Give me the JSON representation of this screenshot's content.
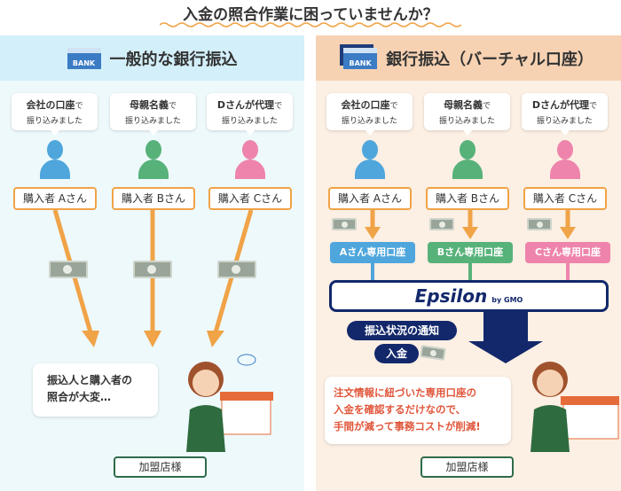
{
  "title": "入金の照合作業に困っていませんか？",
  "colors": {
    "blue": "#4fa6dc",
    "green": "#57b27a",
    "pink": "#ee84ac",
    "orange": "#f0a347",
    "navy": "#13286b",
    "red": "#e0563a"
  },
  "left": {
    "heading": "一般的な銀行振込",
    "bank_icon": "BANK",
    "bubbles": [
      {
        "main": "会社の口座",
        "suffix": "で",
        "line2": "振り込みました"
      },
      {
        "main": "母親名義",
        "suffix": "で",
        "line2": "振り込みました"
      },
      {
        "main": "Dさんが代理",
        "suffix": "で",
        "line2": "振り込みました"
      }
    ],
    "buyers": [
      "購入者 Aさん",
      "購入者 Bさん",
      "購入者 Cさん"
    ],
    "speech": [
      "振込人と購入者の",
      "照合が大変…"
    ],
    "shop_label": "加盟店様"
  },
  "right": {
    "heading": "銀行振込（バーチャル口座）",
    "bank_icon": "BANK",
    "bubbles": [
      {
        "main": "会社の口座",
        "suffix": "で",
        "line2": "振り込みました"
      },
      {
        "main": "母親名義",
        "suffix": "で",
        "line2": "振り込みました"
      },
      {
        "main": "Dさんが代理",
        "suffix": "で",
        "line2": "振り込みました"
      }
    ],
    "buyers": [
      "購入者 Aさん",
      "購入者 Bさん",
      "購入者 Cさん"
    ],
    "accounts": [
      "Aさん専用口座",
      "Bさん専用口座",
      "Cさん専用口座"
    ],
    "logo": "Epsilon",
    "logo_sub": "by GMO",
    "notice": "振込状況の通知",
    "deposit": "入金",
    "speech": [
      "注文情報に紐づいた専用口座の",
      "入金を確認するだけなので、",
      "手間が減って事務コストが削減!"
    ],
    "shop_label": "加盟店様"
  }
}
